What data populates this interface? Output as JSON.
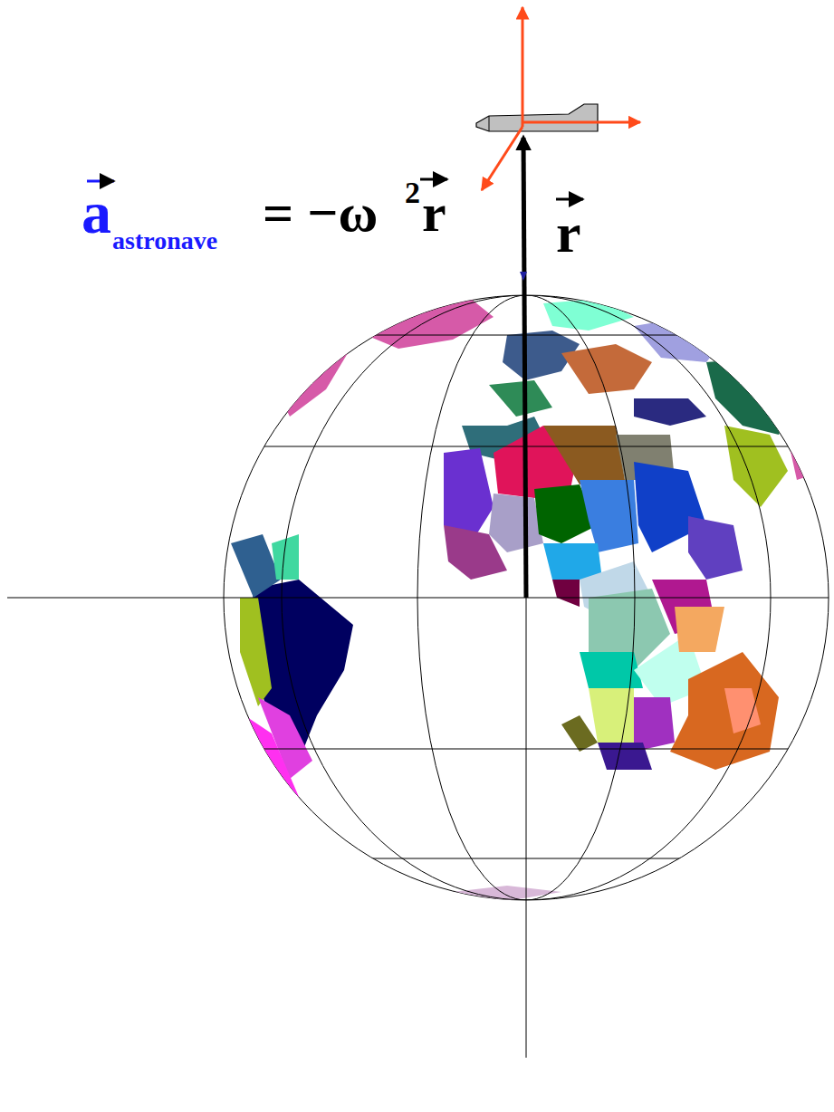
{
  "diagram": {
    "labels": [
      "a",
      "astronave",
      "= −ω",
      "2",
      "r",
      "r"
    ]
  }
}
